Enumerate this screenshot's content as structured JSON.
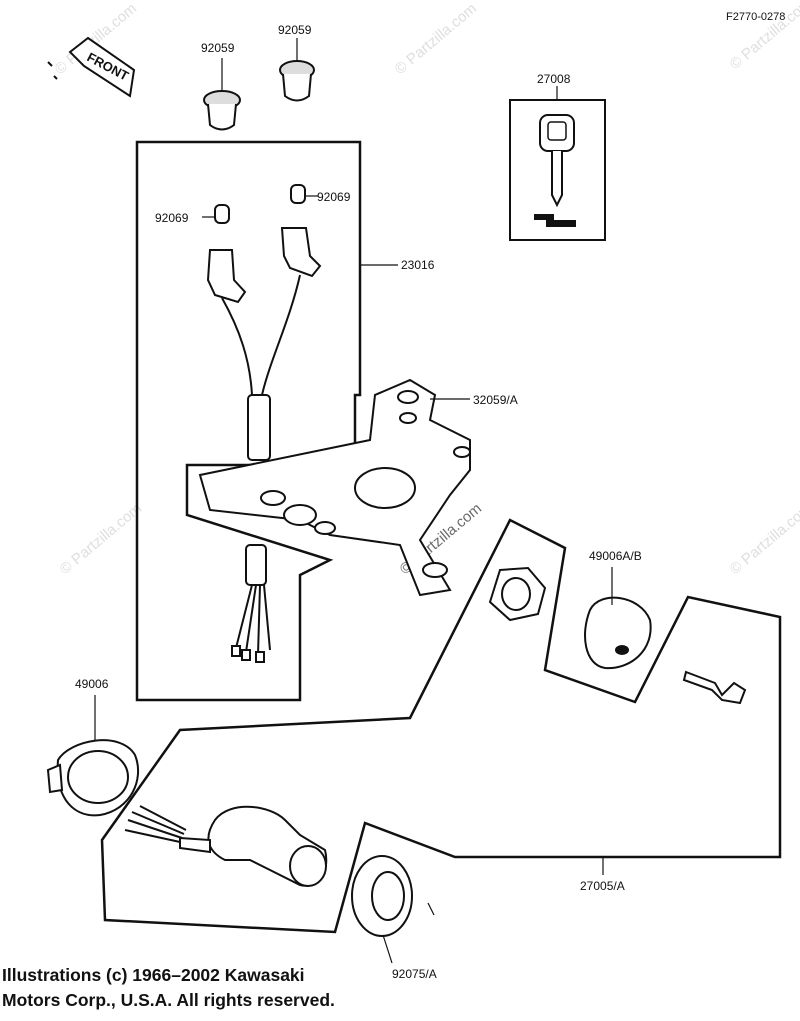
{
  "figure_code": "F2770-0278",
  "front_label": "FRONT",
  "parts": {
    "p92059_left": "92059",
    "p92059_right": "92059",
    "p27008": "27008",
    "p92069_right": "92069",
    "p92069_left": "92069",
    "p23016": "23016",
    "p32059A": "32059/A",
    "p49006AB": "49006A/B",
    "p49006": "49006",
    "p27005A": "27005/A",
    "p92075A": "92075/A"
  },
  "watermark": "© Partzilla.com",
  "copyright": {
    "line1": "Illustrations (c) 1966–2002 Kawasaki",
    "line2": "Motors Corp., U.S.A.  All rights reserved."
  }
}
